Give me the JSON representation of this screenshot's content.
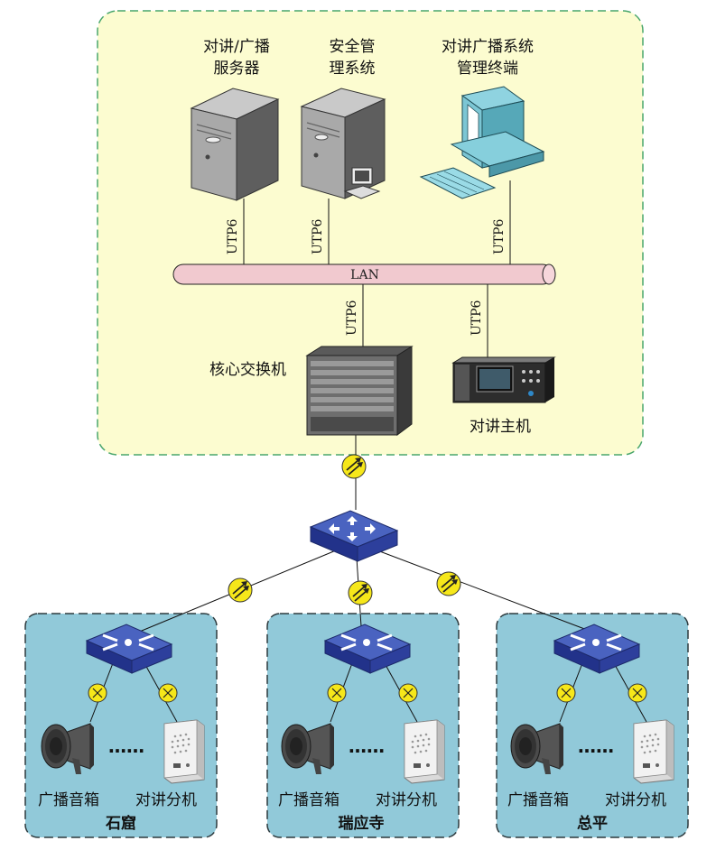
{
  "top": {
    "server_label": [
      "对讲/广播",
      "服务器"
    ],
    "security_label": [
      "安全管",
      "理系统"
    ],
    "terminal_label": [
      "对讲广播系统",
      "管理终端"
    ],
    "core_switch_label": "核心交换机",
    "intercom_host_label": "对讲主机",
    "lan_label": "LAN",
    "cable_label": "UTP6"
  },
  "sites": [
    {
      "name": "石窟",
      "speaker_label": "广播音箱",
      "intercom_label": "对讲分机",
      "dots": "……"
    },
    {
      "name": "瑞应寺",
      "speaker_label": "广播音箱",
      "intercom_label": "对讲分机",
      "dots": "……"
    },
    {
      "name": "总平",
      "speaker_label": "广播音箱",
      "intercom_label": "对讲分机",
      "dots": "……"
    }
  ],
  "colors": {
    "control_area_fill": "#fcfcd0",
    "control_area_border": "#49a66c",
    "site_fill": "#91c9d9",
    "lan_fill": "#f1c9cf",
    "switch_blue": "#2b3f93"
  }
}
